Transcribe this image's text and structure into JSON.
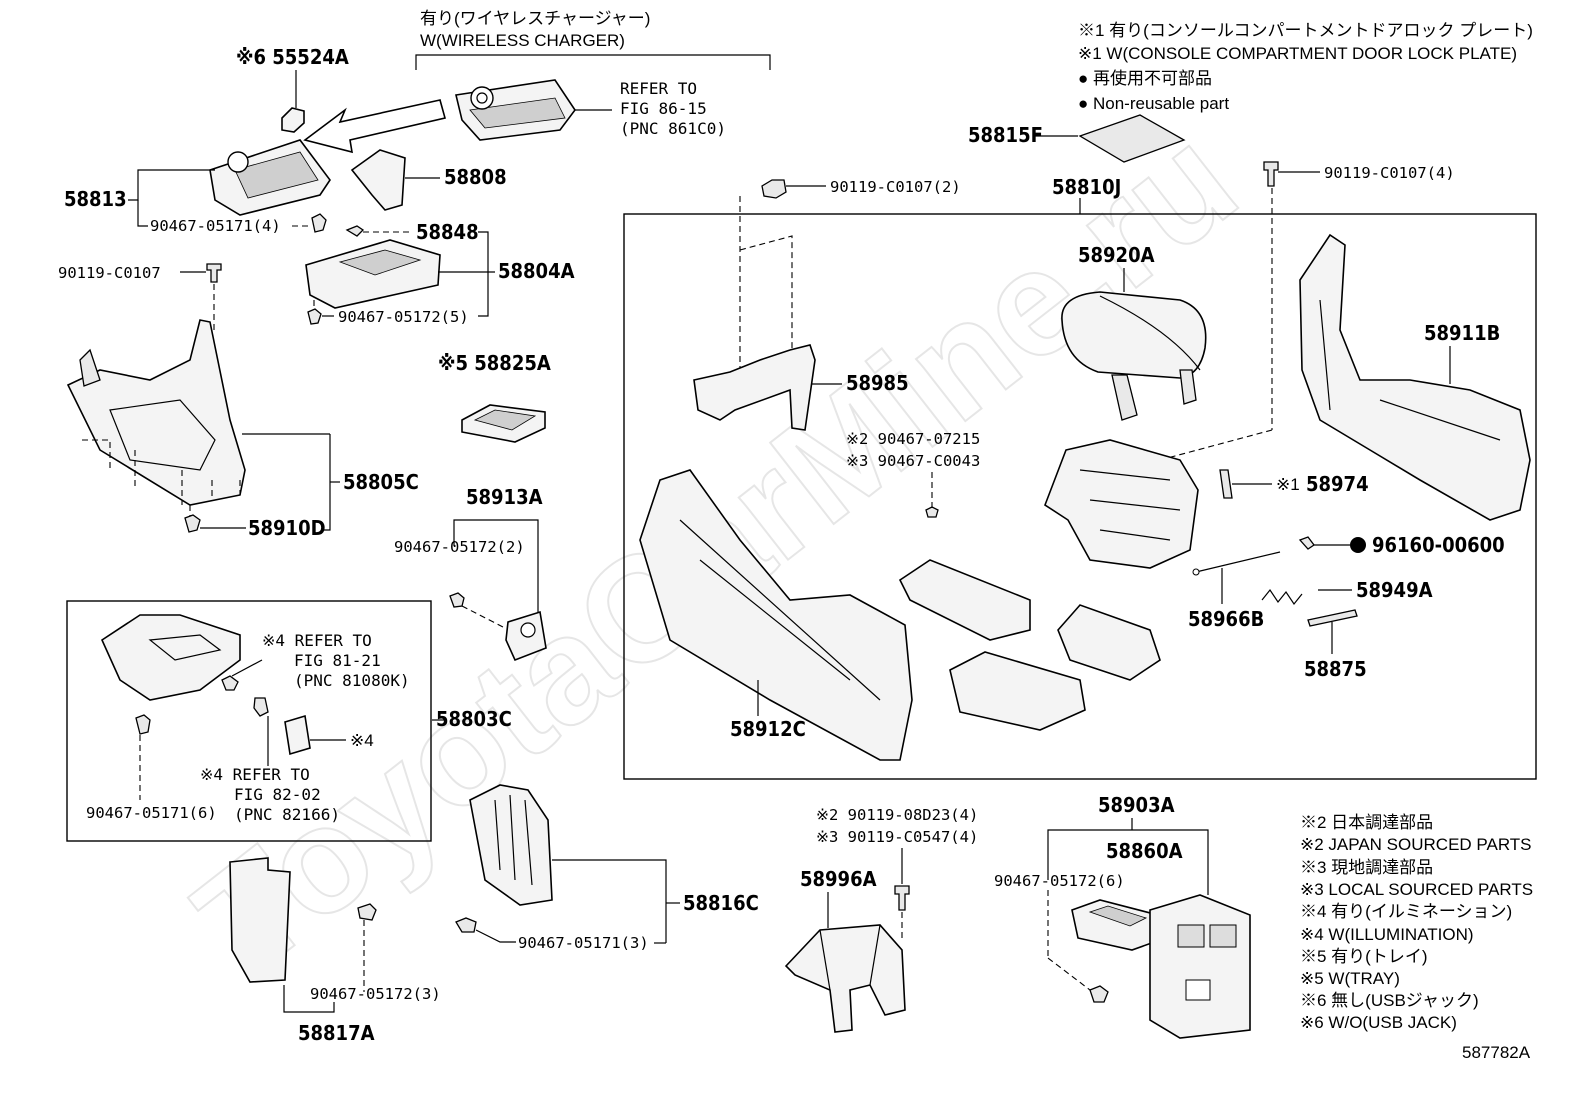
{
  "watermark": "ToyotaCarMine.ru",
  "figure_id": "587782A",
  "wireless_note": {
    "jp": "有り(ワイヤレスチャージャー)",
    "en": "W(WIRELESS CHARGER)"
  },
  "legend_top": [
    "※1 有り(コンソールコンパートメントドアロック プレート)",
    "※1 W(CONSOLE COMPARTMENT DOOR LOCK PLATE)",
    "● 再使用不可部品",
    "● Non-reusable part"
  ],
  "legend_bottom": [
    "※2 日本調達部品",
    "※2 JAPAN SOURCED PARTS",
    "※3 現地調達部品",
    "※3 LOCAL SOURCED PARTS",
    "※4 有り(イルミネーション)",
    "※4 W(ILLUMINATION)",
    "※5 有り(トレイ)",
    "※5 W(TRAY)",
    "※6 無し(USBジャック)",
    "※6 W/O(USB JACK)"
  ],
  "refs": {
    "fig86": [
      "REFER TO",
      "FIG 86-15",
      "(PNC 861C0)"
    ],
    "fig81": [
      "※4 REFER TO",
      "FIG 81-21",
      "(PNC 81080K)"
    ],
    "fig82": [
      "※4 REFER TO",
      "FIG 82-02",
      "(PNC 82166)"
    ]
  },
  "parts": {
    "p55524A": "※6 55524A",
    "p58813": "58813",
    "p58808": "58808",
    "p58848": "58848",
    "p58804A": "58804A",
    "p58825A": "※5 58825A",
    "p58805C": "58805C",
    "p58910D": "58910D",
    "p58913A": "58913A",
    "p58803C": "58803C",
    "p58816C": "58816C",
    "p58817A": "58817A",
    "p58815F": "58815F",
    "p58810J": "58810J",
    "p58920A": "58920A",
    "p58911B": "58911B",
    "p58985": "58985",
    "p58974": "58974",
    "p58974_mark": "※1",
    "p96160": "96160-00600",
    "p58949A": "58949A",
    "p58966B": "58966B",
    "p58875": "58875",
    "p58912C": "58912C",
    "p58903A": "58903A",
    "p58860A": "58860A",
    "p58996A": "58996A",
    "p_ill": "※4"
  },
  "screws": {
    "s90467_05171_4": "90467-05171(4)",
    "s90119_C0107": "90119-C0107",
    "s90467_05172_5": "90467-05172(5)",
    "s90467_05172_2": "90467-05172(2)",
    "s90467_05171_6": "90467-05171(6)",
    "s90467_05171_3": "90467-05171(3)",
    "s90467_05172_3": "90467-05172(3)",
    "s90119_C0107_2": "90119-C0107(2)",
    "s90119_C0107_4": "90119-C0107(4)",
    "s90467_07215": "※2 90467-07215",
    "s90467_C0043": "※3 90467-C0043",
    "s90119_08D23": "※2 90119-08D23(4)",
    "s90119_C0547": "※3 90119-C0547(4)",
    "s90467_05172_6": "90467-05172(6)"
  }
}
